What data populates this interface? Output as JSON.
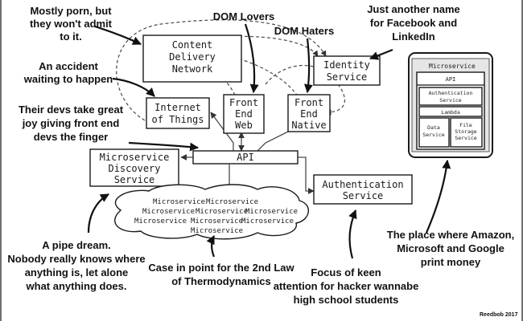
{
  "boxes": {
    "cdn": [
      "Content",
      "Delivery",
      "Network"
    ],
    "identity": [
      "Identity",
      "Service"
    ],
    "iot": [
      "Internet",
      "of Things"
    ],
    "fe_web": [
      "Front",
      "End",
      "Web"
    ],
    "fe_native": [
      "Front",
      "End",
      "Native"
    ],
    "discovery": [
      "Microservice",
      "Discovery",
      "Service"
    ],
    "api": "API",
    "auth": [
      "Authentication",
      "Service"
    ]
  },
  "cloud_labels": [
    "Microservice",
    "Microservice",
    "Microservice",
    "Microservice",
    "Microservice",
    "Microservice",
    "Microservice",
    "Microservice",
    "Microservice"
  ],
  "stack": {
    "title": "Microservice",
    "api": "API",
    "auth": [
      "Authentication",
      "Service"
    ],
    "lambda": "Lambda",
    "data": [
      "Data",
      "Service"
    ],
    "file": [
      "File",
      "Storage",
      "Service"
    ]
  },
  "annotations": {
    "porn": [
      "Mostly porn, but",
      "they won't admit",
      "to it."
    ],
    "dom_lovers": "DOM Lovers",
    "dom_haters": "DOM Haters",
    "facebook": [
      "Just another name",
      "for Facebook and",
      "LinkedIn"
    ],
    "accident": [
      "An accident",
      "waiting to happen"
    ],
    "devs": [
      "Their devs take great",
      "joy giving front end",
      "devs the finger"
    ],
    "pipe": [
      "A pipe dream.",
      "Nobody really knows where",
      "anything is, let alone",
      "what anything does."
    ],
    "thermo": [
      "Case in point for the 2nd Law",
      "of Thermodynamics"
    ],
    "keen": [
      "Focus of keen",
      "attention for hacker wannabe",
      "high school students"
    ],
    "amazon": [
      "The place where Amazon,",
      "Microsoft and Google",
      "print money"
    ]
  },
  "signature": "Reedbob 2017"
}
